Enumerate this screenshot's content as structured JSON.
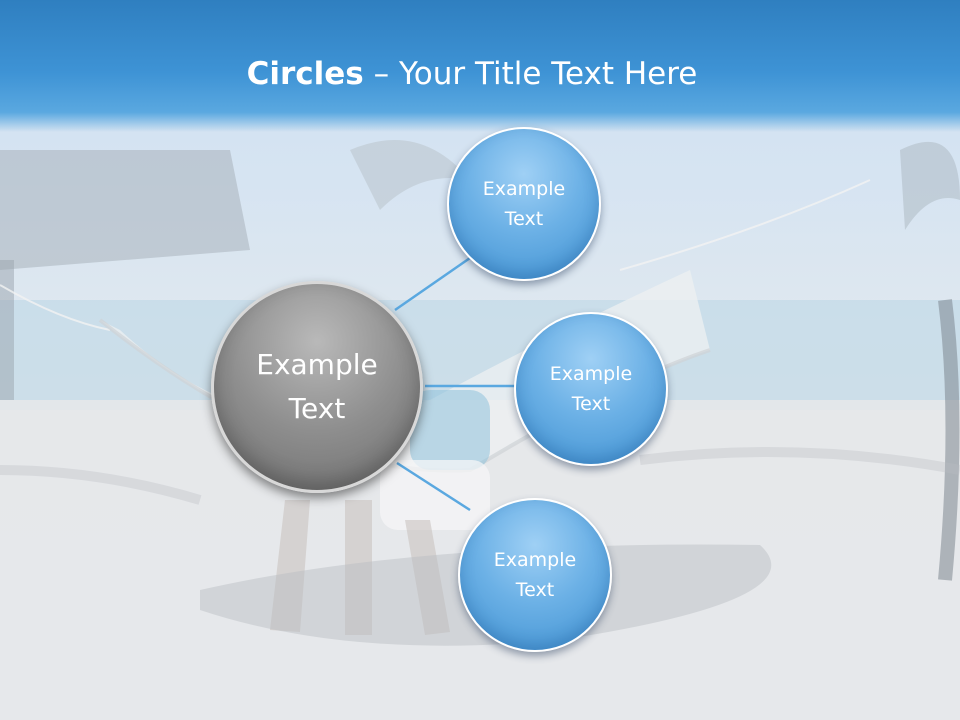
{
  "title": {
    "bold": "Circles",
    "rest": " – Your Title Text Here"
  },
  "center": {
    "line1": "Example",
    "line2": "Text"
  },
  "satellites": [
    {
      "line1": "Example",
      "line2": "Text"
    },
    {
      "line1": "Example",
      "line2": "Text"
    },
    {
      "line1": "Example",
      "line2": "Text"
    }
  ],
  "colors": {
    "title_bar": "#3e93d5",
    "satellite_fill": "#6cb1e6",
    "center_fill": "#8e8e8e",
    "connector": "#5aa8e0"
  }
}
